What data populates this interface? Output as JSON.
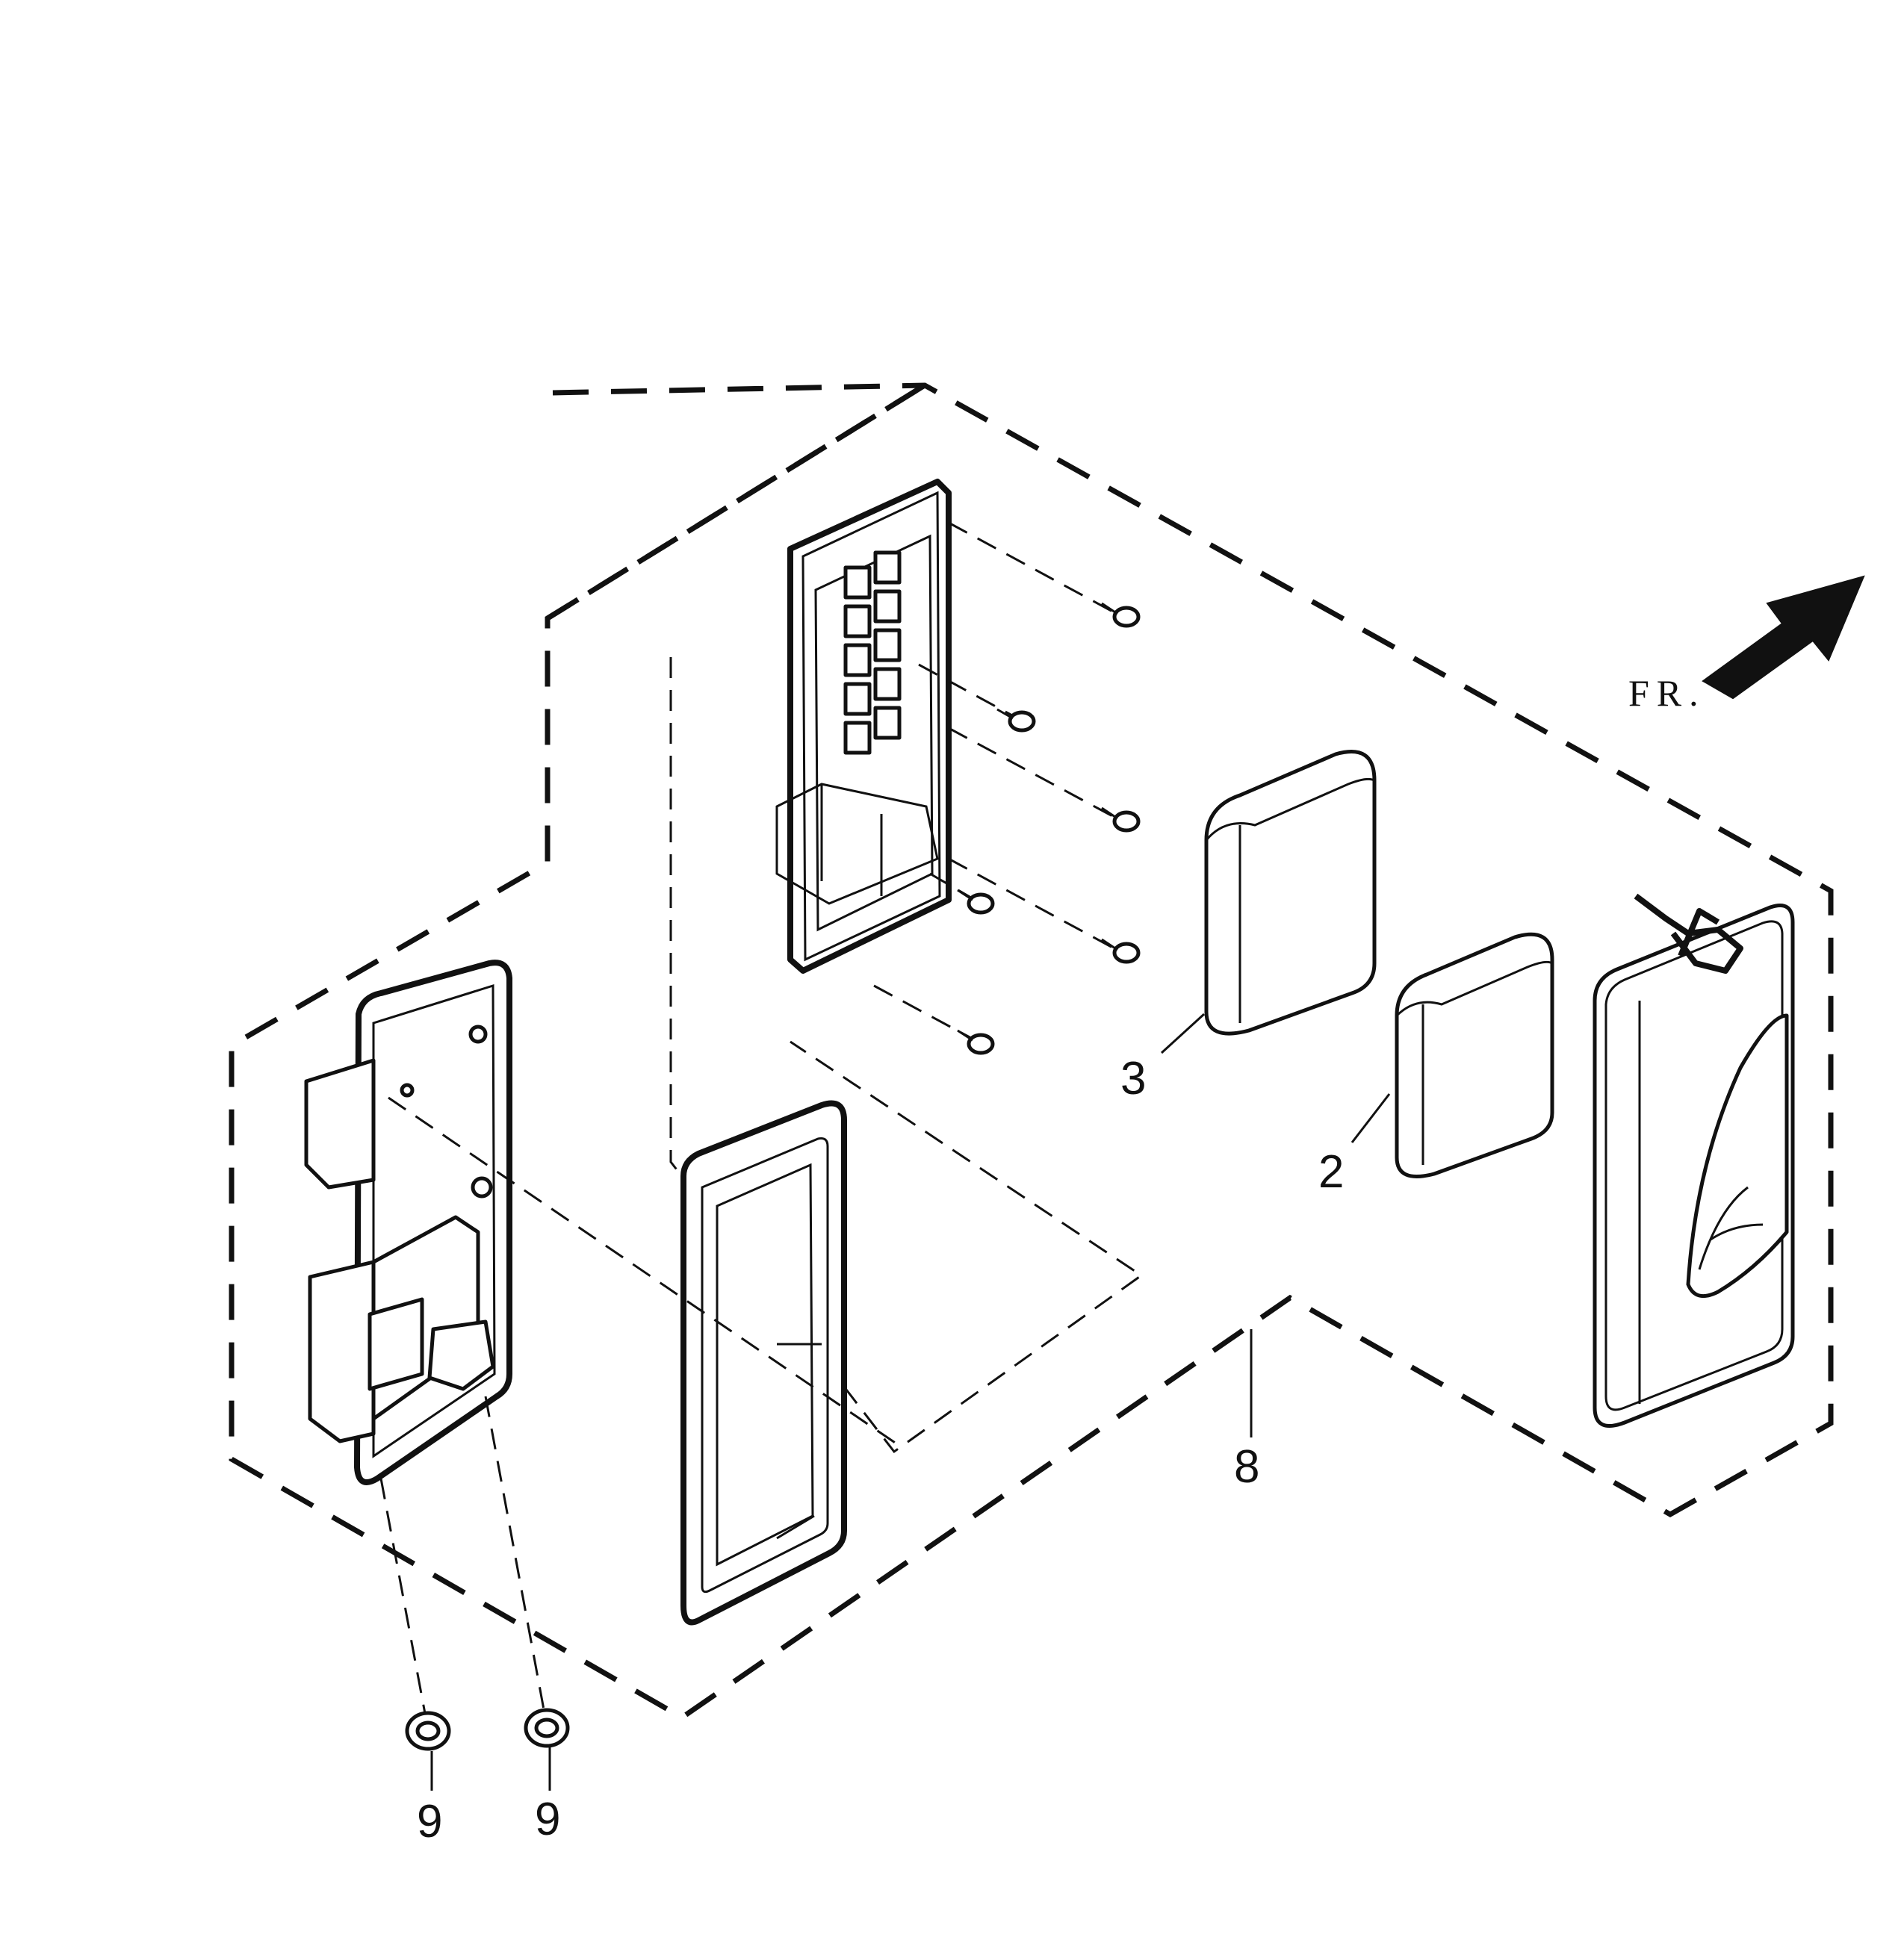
{
  "diagram": {
    "direction_label": "FR.",
    "callouts": {
      "element_2": "2",
      "element_3": "3",
      "assembly_8": "8",
      "nut_left": "9",
      "nut_right": "9"
    }
  },
  "colors": {
    "line": "#111111",
    "background": "#ffffff"
  }
}
